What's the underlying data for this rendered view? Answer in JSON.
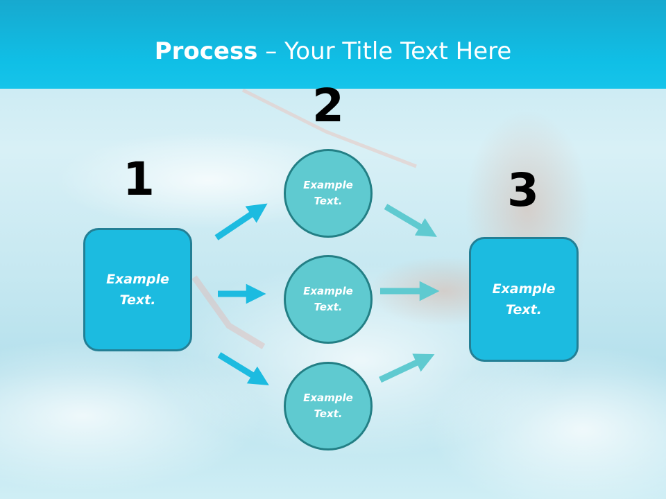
{
  "title": {
    "bold": "Process",
    "rest": " – Your Title Text Here"
  },
  "steps": [
    {
      "number": "1"
    },
    {
      "number": "2"
    },
    {
      "number": "3"
    }
  ],
  "left_box": {
    "text": "Example\nText."
  },
  "right_box": {
    "text": "Example\nText."
  },
  "circles": [
    {
      "text": "Example\nText."
    },
    {
      "text": "Example\nText."
    },
    {
      "text": "Example\nText."
    }
  ],
  "colors": {
    "title_bar": "#10bfe6",
    "box_fill": "#1cbbe0",
    "box_border": "#237f95",
    "circle_fill": "#5fcad0",
    "arrow_left": "#1cbbe0",
    "arrow_right": "#5fcad0"
  }
}
